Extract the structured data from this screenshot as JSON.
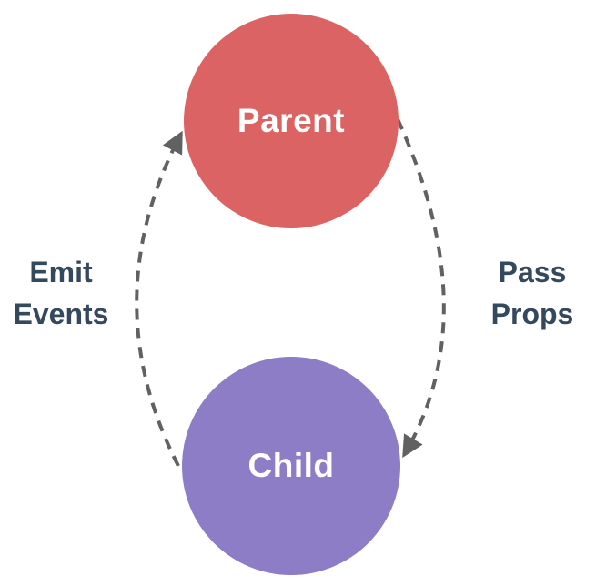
{
  "diagram": {
    "background": "#ffffff",
    "nodes": [
      {
        "id": "parent",
        "label": "Parent",
        "fill": "#db6363",
        "label_color": "#ffffff"
      },
      {
        "id": "child",
        "label": "Child",
        "fill": "#8d7cc6",
        "label_color": "#ffffff"
      }
    ],
    "edges": [
      {
        "id": "emit-events",
        "from": "child",
        "to": "parent",
        "label_lines": [
          "Emit",
          "Events"
        ],
        "arrow_direction": "up"
      },
      {
        "id": "pass-props",
        "from": "parent",
        "to": "child",
        "label_lines": [
          "Pass",
          "Props"
        ],
        "arrow_direction": "down"
      }
    ],
    "edge_color": "#616161",
    "edge_label_color": "#35495e"
  }
}
